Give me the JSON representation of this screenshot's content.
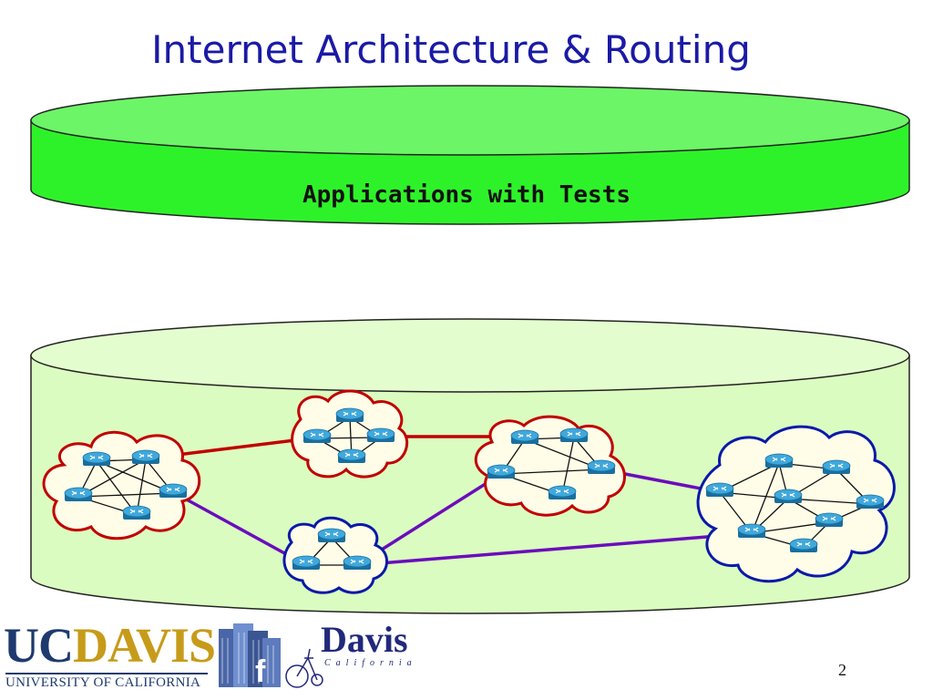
{
  "slide": {
    "title": "Internet Architecture & Routing",
    "page_number": "2"
  },
  "diagram": {
    "top_layer": {
      "label": "Applications with Tests",
      "color": "#2ef229"
    },
    "bottom_layer": {
      "color": "#ddfcc0"
    },
    "clouds": [
      {
        "id": "cloud-a",
        "border": "#c00000",
        "routers": 5
      },
      {
        "id": "cloud-b",
        "border": "#c00000",
        "routers": 4
      },
      {
        "id": "cloud-c",
        "border": "#0a1aa8",
        "routers": 3
      },
      {
        "id": "cloud-d",
        "border": "#c00000",
        "routers": 5
      },
      {
        "id": "cloud-e",
        "border": "#0a1aa8",
        "routers": 8
      }
    ],
    "inter_links": [
      {
        "from": "cloud-a",
        "to": "cloud-b",
        "color": "#c00000"
      },
      {
        "from": "cloud-b",
        "to": "cloud-d",
        "color": "#c00000"
      },
      {
        "from": "cloud-a",
        "to": "cloud-c",
        "color": "#6a0dbb"
      },
      {
        "from": "cloud-c",
        "to": "cloud-d",
        "color": "#6a0dbb"
      },
      {
        "from": "cloud-c",
        "to": "cloud-e",
        "color": "#6a0dbb"
      },
      {
        "from": "cloud-d",
        "to": "cloud-e",
        "color": "#6a0dbb"
      }
    ]
  },
  "logos": {
    "ucd_left": "UC",
    "ucd_right": "DAVIS",
    "ucd_subtitle": "UNIVERSITY OF CALIFORNIA",
    "davis_word": "Davis",
    "davis_subtitle": "California"
  },
  "colors": {
    "title": "#1a1aa6",
    "router": "#2a8fc4"
  }
}
